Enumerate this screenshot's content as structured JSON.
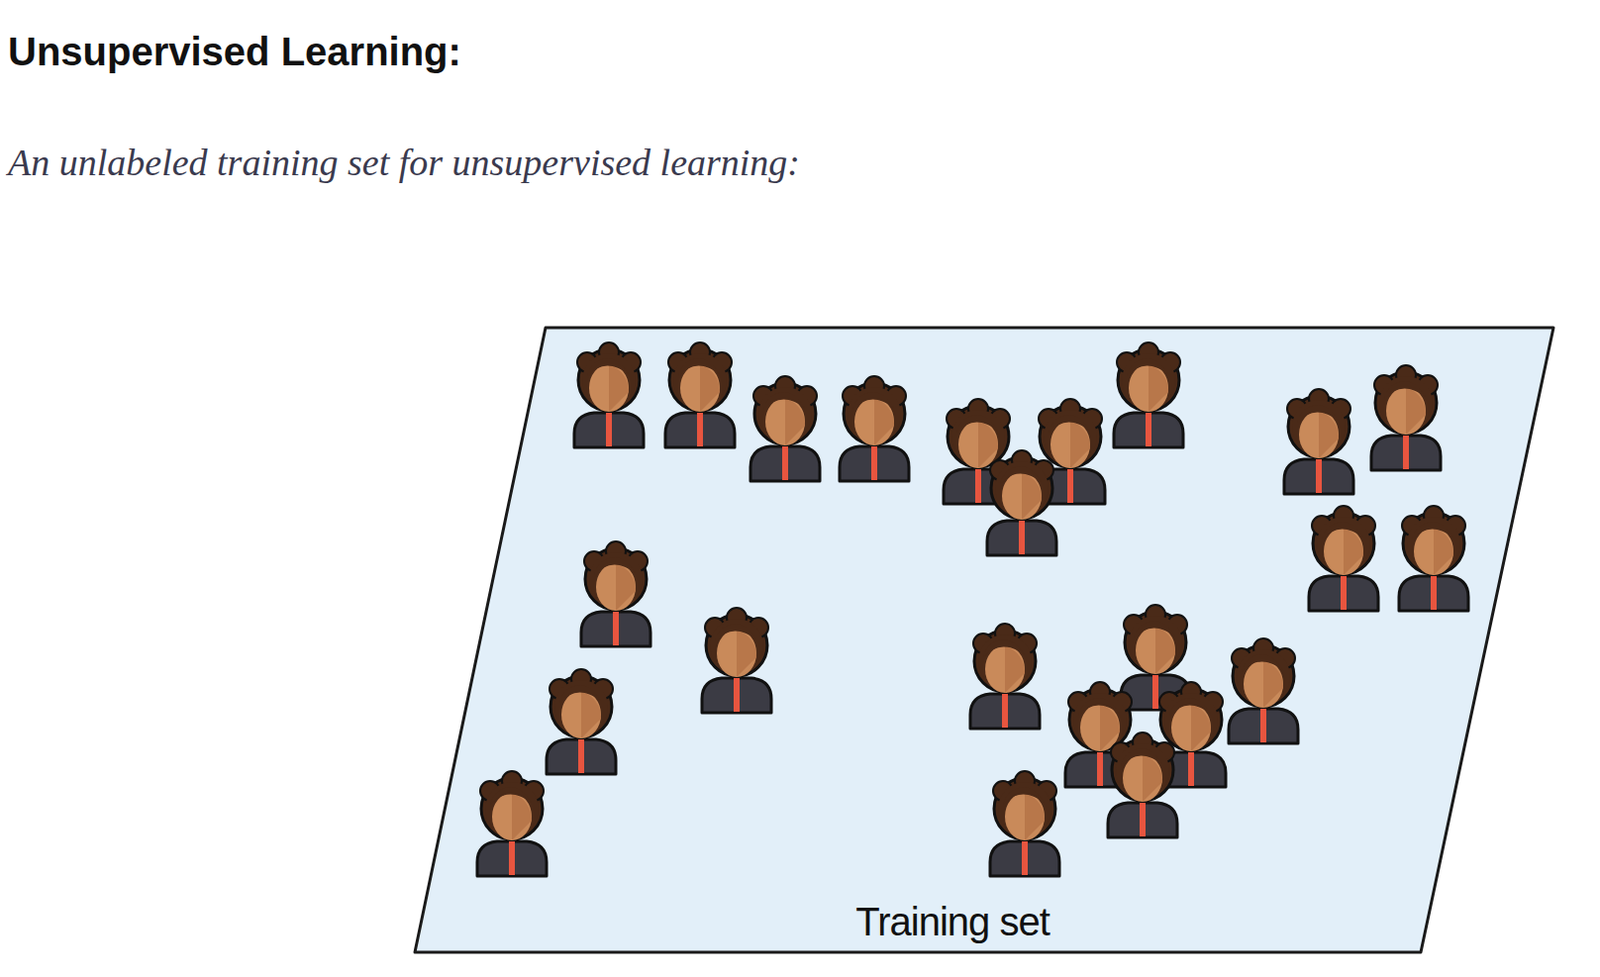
{
  "diagram": {
    "title": "Unsupervised Learning:",
    "nodes": [
      {
        "text": [
          "Training set"
        ]
      }
    ],
    "labels": [
      "An unlabeled training set for unsupervised learning:"
    ]
  }
}
